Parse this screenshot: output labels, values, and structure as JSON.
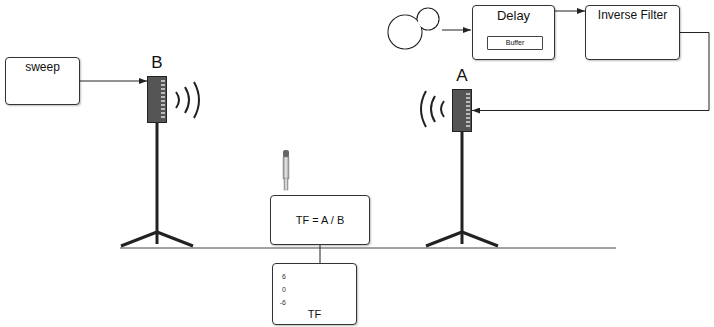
{
  "diagram": {
    "nodes": [
      {
        "text": [
          "sweep"
        ]
      },
      {
        "text": [
          "B"
        ]
      },
      {
        "text": [
          "Delay"
        ]
      },
      {
        "text": [
          "Buffer"
        ],
        "in": 2
      },
      {
        "text": [
          "Inverse Filter"
        ]
      },
      {
        "text": [
          "A"
        ]
      },
      {
        "text": [
          "TF = A / B"
        ]
      },
      {
        "text": [
          "TF"
        ]
      }
    ],
    "edges": [
      {
        "from": 0,
        "to": 1,
        "arrow": "to"
      },
      {
        "from": 2,
        "to": 4,
        "arrow": "to"
      },
      {
        "from": 4,
        "to": 5,
        "arrow": "to"
      },
      {
        "from": 6,
        "to": 7,
        "arrow": "none"
      }
    ],
    "labels": [
      "6",
      "0",
      "-6"
    ]
  }
}
